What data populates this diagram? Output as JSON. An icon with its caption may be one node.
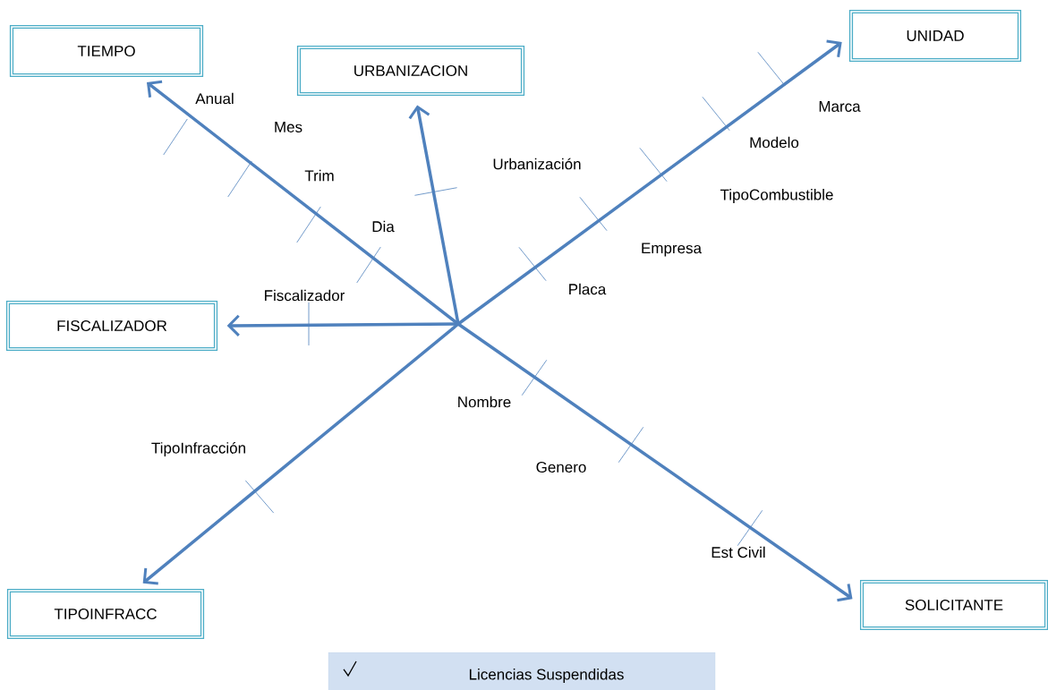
{
  "diagram": {
    "nodes": [
      {
        "text": [
          "TIEMPO"
        ]
      },
      {
        "text": [
          "URBANIZACION"
        ]
      },
      {
        "text": [
          "UNIDAD"
        ]
      },
      {
        "text": [
          "FISCALIZADOR"
        ]
      },
      {
        "text": [
          "TIPOINFRACC"
        ]
      },
      {
        "text": [
          "SOLICITANTE"
        ]
      },
      {
        "text": [
          "Licencias Suspendidas"
        ]
      }
    ],
    "edges": [
      {
        "from": null,
        "to": 0,
        "arrow": "to"
      },
      {
        "from": null,
        "to": 1,
        "arrow": "to"
      },
      {
        "from": null,
        "to": 2,
        "arrow": "to"
      },
      {
        "from": null,
        "to": 3,
        "arrow": "to"
      },
      {
        "from": null,
        "to": 4,
        "arrow": "to"
      },
      {
        "from": null,
        "to": 5,
        "arrow": "to"
      }
    ],
    "labels": [
      "Anual",
      "Marca",
      "Mes",
      "Modelo",
      "Urbanización",
      "Trim",
      "TipoCombustible",
      "Dia",
      "Empresa",
      "Placa",
      "Fiscalizador",
      "Nombre",
      "TipoInfracción",
      "Genero",
      "Est Civil"
    ]
  }
}
